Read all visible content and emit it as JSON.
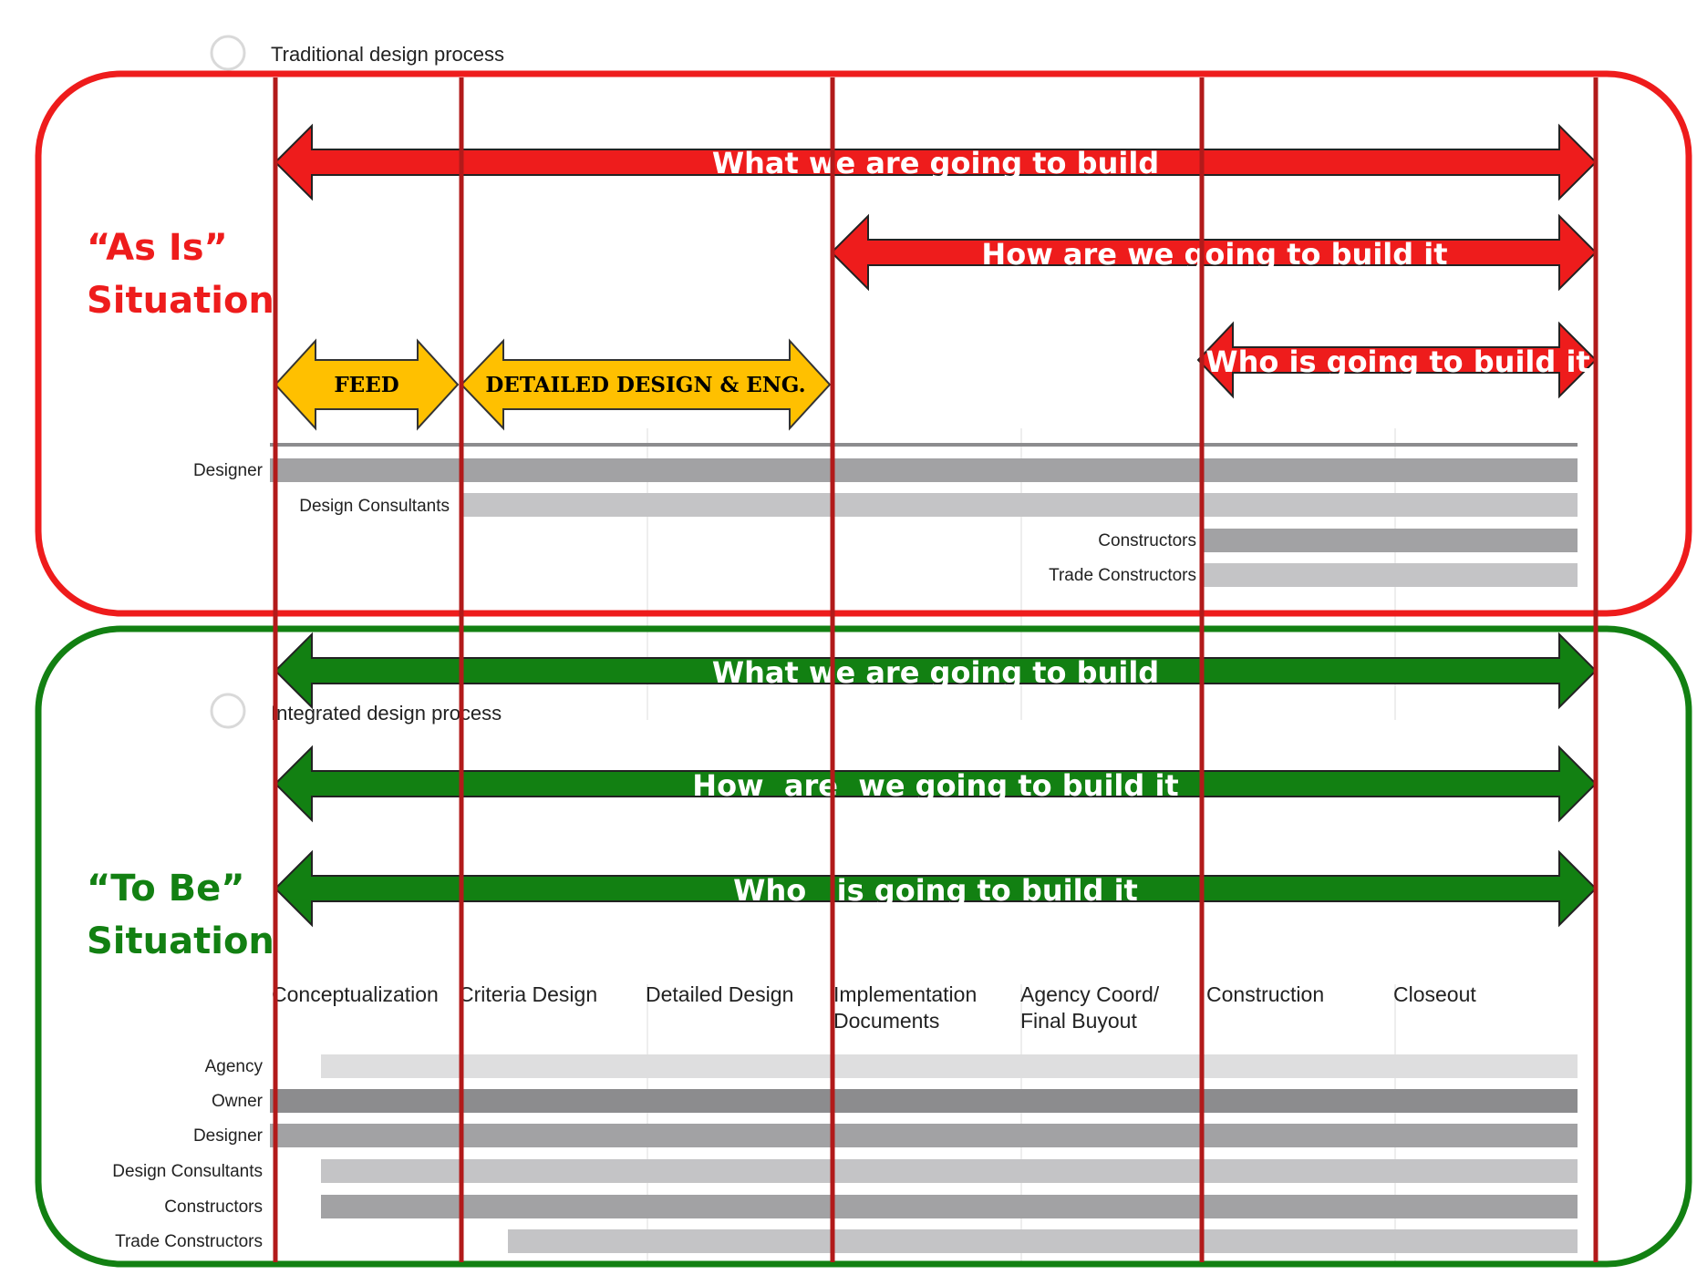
{
  "traditional_title": "Traditional design process",
  "integrated_title": "Integrated design process",
  "as_is": {
    "line1": "“As Is”",
    "line2": "Situation",
    "color": "#ee1c1c",
    "arrows": {
      "what": "What we are going to build",
      "how": "How are we going to build it",
      "who": "Who is going to build it"
    },
    "feed": "FEED",
    "detailed": "DETAILED DESIGN & ENG.",
    "participants": [
      "Designer",
      "Design Consultants",
      "Constructors",
      "Trade Constructors"
    ]
  },
  "to_be": {
    "line1": "“To Be”",
    "line2": "Situation",
    "color": "#128012",
    "arrows": {
      "what": "What we are going to build",
      "how": "How  are  we going to build it",
      "who": "Who   is going to build it"
    },
    "phases": [
      {
        "line1": "Conceptualization",
        "line2": ""
      },
      {
        "line1": "Criteria Design",
        "line2": ""
      },
      {
        "line1": "Detailed Design",
        "line2": ""
      },
      {
        "line1": "Implementation",
        "line2": "Documents"
      },
      {
        "line1": "Agency Coord/",
        "line2": "Final Buyout"
      },
      {
        "line1": "Construction",
        "line2": ""
      },
      {
        "line1": "Closeout",
        "line2": ""
      }
    ],
    "participants": [
      "Agency",
      "Owner",
      "Designer",
      "Design Consultants",
      "Constructors",
      "Trade Constructors"
    ]
  },
  "colors": {
    "red": "#ee1c1c",
    "green": "#128012",
    "dark_red_line": "#b21a1a",
    "yellow": "#ffc000",
    "gray_dark": "#8c8c8e",
    "gray_mid": "#a2a2a4",
    "gray_light": "#c4c4c6",
    "gray_lightest": "#dededf"
  }
}
